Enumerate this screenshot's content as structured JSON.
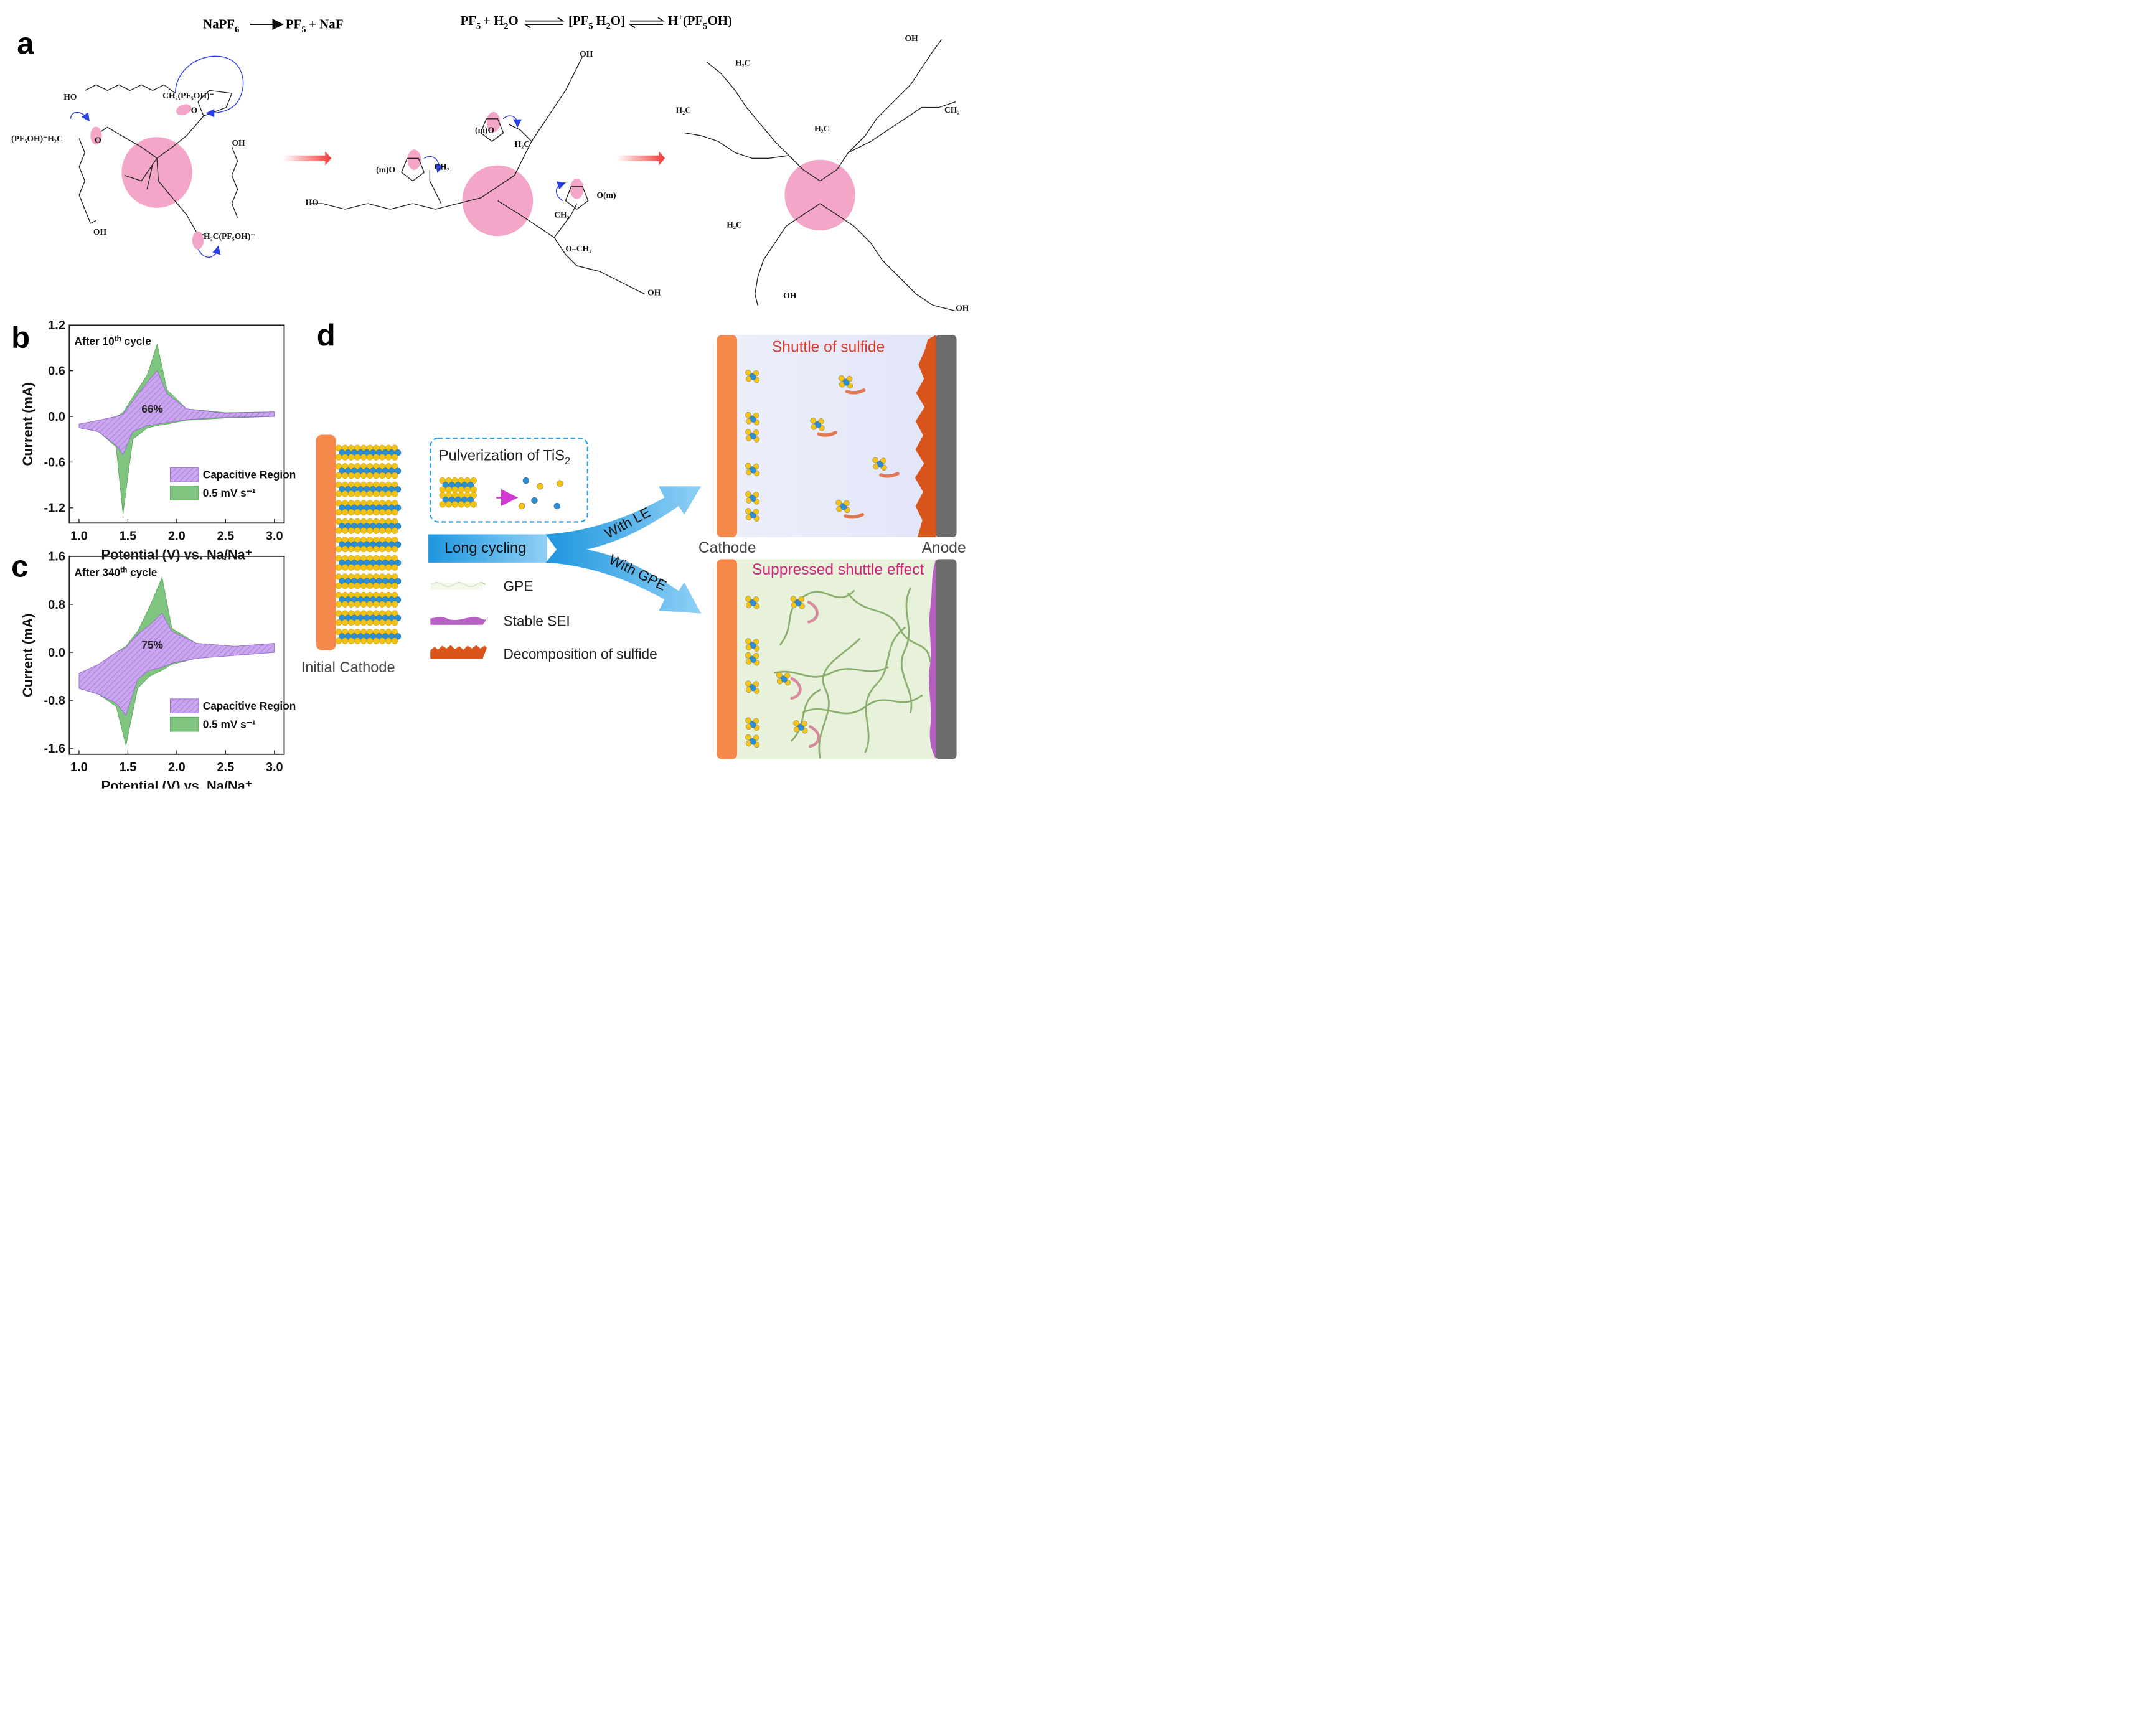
{
  "panels": {
    "a": {
      "label": "a",
      "eq1": {
        "lhs": "NaPF",
        "lhs_sub": "6",
        "rhs": "PF",
        "rhs_sub": "5",
        "rhs2": "+ NaF"
      },
      "eq2": {
        "t1": "PF",
        "s1": "5",
        "t2": "+ H",
        "s2": "2",
        "t3": "O",
        "t4": "[PF",
        "s4": "5",
        "t5": "H",
        "s5": "2",
        "t6": "O]",
        "t7": "H",
        "sup7": "+",
        "t8": "(PF",
        "s8": "5",
        "t9": "OH)",
        "sup9": "−"
      }
    },
    "b": {
      "label": "b",
      "annotation": {
        "pre": "After 10",
        "sup": "th",
        "post": " cycle"
      },
      "percent": "66%",
      "xlabel": "Potential (V) vs. Na/Na⁺",
      "ylabel": "Current (mA)",
      "legend": [
        "Capacitive Region",
        "0.5 mV s⁻¹"
      ]
    },
    "c": {
      "label": "c",
      "annotation": {
        "pre": "After 340",
        "sup": "th",
        "post": " cycle"
      },
      "percent": "75%",
      "xlabel": "Potential (V) vs. Na/Na⁺",
      "ylabel": "Current (mA)",
      "legend": [
        "Capacitive Region",
        "0.5 mV s⁻¹"
      ]
    },
    "d": {
      "label": "d",
      "pulverization": {
        "title": "Pulverization of TiS",
        "sub": "2"
      },
      "long_cycling": "Long cycling",
      "with_le": "With LE",
      "with_gpe": "With GPE",
      "legend": [
        "GPE",
        "Stable SEI",
        "Decomposition of sulfide"
      ],
      "initial_cathode": "Initial Cathode",
      "cathode": "Cathode",
      "anode": "Anode",
      "shuttle_title": "Shuttle of sulfide",
      "suppressed_title": "Suppressed shuttle effect"
    }
  },
  "colors": {
    "capacitive": "#c9a6ee",
    "capacitive_stroke": "#9a6bd0",
    "cv_green": "#7fc47f",
    "pink": "#f2a0c4",
    "blue_arrow": "#2f9fe0",
    "cathode_orange": "#f5884a",
    "anode_gray": "#555555",
    "sei_purple": "#b85fc4",
    "decomp_orange": "#d8541a",
    "shuttle_red": "#d83a2a",
    "suppressed_magenta": "#d0237a"
  },
  "chart_data": [
    {
      "panel": "b",
      "type": "area",
      "x": [
        1.0,
        1.2,
        1.38,
        1.45,
        1.55,
        1.7,
        1.8,
        1.9,
        2.1,
        2.5,
        3.0
      ],
      "series": [
        {
          "name": "0.5 mV s⁻¹",
          "upper": [
            -0.1,
            -0.05,
            0.0,
            0.05,
            0.25,
            0.55,
            0.95,
            0.35,
            0.1,
            0.05,
            0.06
          ],
          "lower": [
            -0.15,
            -0.2,
            -0.4,
            -1.28,
            -0.3,
            -0.15,
            -0.12,
            -0.1,
            -0.05,
            -0.02,
            0.0
          ]
        },
        {
          "name": "Capacitive Region",
          "upper": [
            -0.1,
            -0.05,
            0.0,
            0.03,
            0.2,
            0.45,
            0.6,
            0.3,
            0.1,
            0.04,
            0.06
          ],
          "lower": [
            -0.15,
            -0.2,
            -0.38,
            -0.5,
            -0.2,
            -0.12,
            -0.1,
            -0.08,
            -0.04,
            -0.01,
            0.0
          ]
        }
      ],
      "xlim": [
        0.9,
        3.1
      ],
      "ylim": [
        -1.4,
        1.2
      ],
      "xticks": [
        1.0,
        1.5,
        2.0,
        2.5,
        3.0
      ],
      "yticks": [
        -1.2,
        -0.6,
        0.0,
        0.6,
        1.2
      ],
      "xlabel": "Potential (V) vs. Na/Na⁺",
      "ylabel": "Current (mA)",
      "annotations": [
        "After 10th cycle",
        "66%"
      ],
      "legend_position": "bottom-right"
    },
    {
      "panel": "c",
      "type": "area",
      "x": [
        1.0,
        1.2,
        1.38,
        1.48,
        1.6,
        1.72,
        1.85,
        1.95,
        2.2,
        2.6,
        3.0
      ],
      "series": [
        {
          "name": "0.5 mV s⁻¹",
          "upper": [
            -0.35,
            -0.2,
            0.0,
            0.1,
            0.35,
            0.75,
            1.25,
            0.4,
            0.15,
            0.1,
            0.15
          ],
          "lower": [
            -0.6,
            -0.7,
            -0.9,
            -1.55,
            -0.6,
            -0.4,
            -0.3,
            -0.2,
            -0.1,
            -0.05,
            0.0
          ]
        },
        {
          "name": "Capacitive Region",
          "upper": [
            -0.35,
            -0.2,
            0.0,
            0.08,
            0.3,
            0.45,
            0.65,
            0.35,
            0.15,
            0.1,
            0.15
          ],
          "lower": [
            -0.6,
            -0.7,
            -0.85,
            -1.05,
            -0.45,
            -0.3,
            -0.25,
            -0.18,
            -0.1,
            -0.05,
            0.0
          ]
        }
      ],
      "xlim": [
        0.9,
        3.1
      ],
      "ylim": [
        -1.7,
        1.6
      ],
      "xticks": [
        1.0,
        1.5,
        2.0,
        2.5,
        3.0
      ],
      "yticks": [
        -1.6,
        -0.8,
        0.0,
        0.8,
        1.6
      ],
      "xlabel": "Potential (V) vs. Na/Na⁺",
      "ylabel": "Current (mA)",
      "annotations": [
        "After 340th cycle",
        "75%"
      ],
      "legend_position": "bottom-right"
    }
  ]
}
